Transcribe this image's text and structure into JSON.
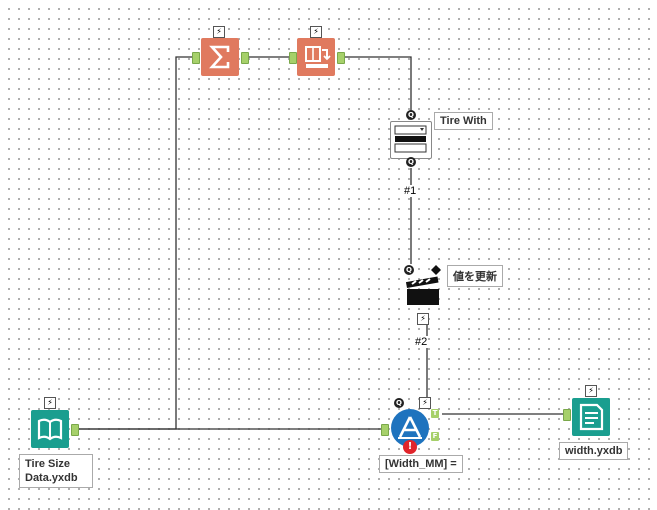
{
  "tools": {
    "input": {
      "label": "Tire Size\nData.yxdb",
      "icon": "book-icon",
      "color": "#1a9e8f"
    },
    "summarize": {
      "icon": "sigma-icon",
      "color": "#e07a5f"
    },
    "cross_tab": {
      "icon": "crosstab-icon",
      "color": "#e07a5f"
    },
    "dropdown": {
      "label": "Tire With"
    },
    "action": {
      "label": "値を更新",
      "icon": "clapperboard-icon"
    },
    "filter": {
      "label": "[Width_MM] =",
      "icon": "filter-a-icon",
      "color": "#1e73be",
      "true_anchor": "T",
      "false_anchor": "F",
      "error": "!"
    },
    "output": {
      "label": "width.yxdb",
      "icon": "output-document-icon",
      "color": "#1a9e8f"
    }
  },
  "connections": {
    "c1_label": "#1",
    "c2_label": "#2"
  },
  "glyphs": {
    "bolt": "⚡",
    "question": "Q"
  },
  "colors": {
    "connection_line": "#333333",
    "anchor_green": "#a6d06a",
    "orange_tool": "#e07a5f",
    "teal_tool": "#1a9e8f",
    "blue_tool": "#1e73be"
  }
}
